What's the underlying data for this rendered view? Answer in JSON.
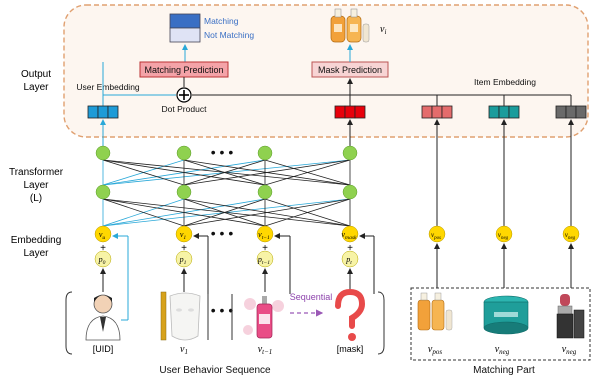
{
  "layers": {
    "output": [
      "Output",
      "Layer"
    ],
    "transformer": [
      "Transformer",
      "Layer",
      "(L)"
    ],
    "embedding": [
      "Embedding",
      "Layer"
    ]
  },
  "output": {
    "user_embedding": "User Embedding",
    "item_embedding": "Item Embedding",
    "dot_product": "Dot Product",
    "matching_prediction": "Matching Prediction",
    "mask_prediction": "Mask Prediction",
    "legend": {
      "matching": "Matching",
      "not_matching": "Not Matching"
    },
    "masked_item": {
      "base": "v",
      "sub": "i"
    }
  },
  "sequence": {
    "items": [
      {
        "label": "[UID]",
        "emb": {
          "base": "v",
          "sub": "u"
        },
        "pos": {
          "base": "p",
          "sub": "0"
        }
      },
      {
        "label": {
          "base": "v",
          "sub": "1"
        },
        "emb": {
          "base": "v",
          "sub": "1"
        },
        "pos": {
          "base": "p",
          "sub": "1"
        }
      },
      {
        "label": {
          "base": "v",
          "sub": "t−1"
        },
        "emb": {
          "base": "v",
          "sub": "t−1"
        },
        "pos": {
          "base": "p",
          "sub": "t−1"
        }
      },
      {
        "label": "[mask]",
        "emb": {
          "base": "v",
          "sub": "mask"
        },
        "pos": {
          "base": "p",
          "sub": "t"
        }
      }
    ],
    "sequential": "Sequential",
    "title": "User Behavior Sequence"
  },
  "matching": {
    "items": [
      {
        "base": "v",
        "sub": "pos"
      },
      {
        "base": "v",
        "sub": "neg"
      },
      {
        "base": "v",
        "sub": "neg"
      }
    ],
    "title": "Matching Part"
  },
  "colors": {
    "node_green": "#8fd14f",
    "node_yellow": "#ffd700",
    "pos_yellow": "#f7f3a6",
    "blue_vec": "#1e9bd7",
    "red_vec": "#e8000b",
    "pink_vec": "#e46c6c",
    "teal_vec": "#1a9c9c",
    "gray_vec": "#6a6a6a",
    "output_border": "#e0a070",
    "matching_box": "#f4a3a8",
    "mask_box": "#f7c9c9"
  }
}
